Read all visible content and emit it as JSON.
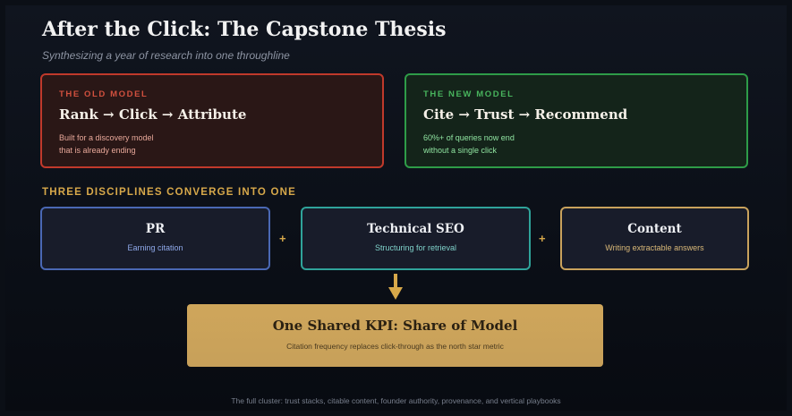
{
  "header": {
    "title": "After the Click: The Capstone Thesis",
    "subtitle": "Synthesizing a year of research into one throughline"
  },
  "old_model": {
    "label": "THE OLD MODEL",
    "flow": "Rank → Click → Attribute",
    "desc_line1": "Built for a discovery model",
    "desc_line2": "that is already ending",
    "border_color": "#c0392b"
  },
  "new_model": {
    "label": "THE NEW MODEL",
    "flow": "Cite → Trust → Recommend",
    "desc_line1": "60%+ of queries now end",
    "desc_line2": "without a single click",
    "border_color": "#2e9c48"
  },
  "disciplines": {
    "heading": "THREE DISCIPLINES CONVERGE INTO ONE",
    "plus": "+",
    "items": [
      {
        "title": "PR",
        "subtitle": "Earning citation",
        "border_color": "#4a68b4"
      },
      {
        "title": "Technical SEO",
        "subtitle": "Structuring for retrieval",
        "border_color": "#2fa39a"
      },
      {
        "title": "Content",
        "subtitle": "Writing extractable answers",
        "border_color": "#c9a25c"
      }
    ]
  },
  "kpi": {
    "title": "One Shared KPI: Share of Model",
    "subtitle": "Citation frequency replaces click-through as the north star metric",
    "background_color": "#cfa65b"
  },
  "footer": {
    "text": "The full cluster: trust stacks, citable content, founder authority, provenance, and vertical playbooks"
  }
}
